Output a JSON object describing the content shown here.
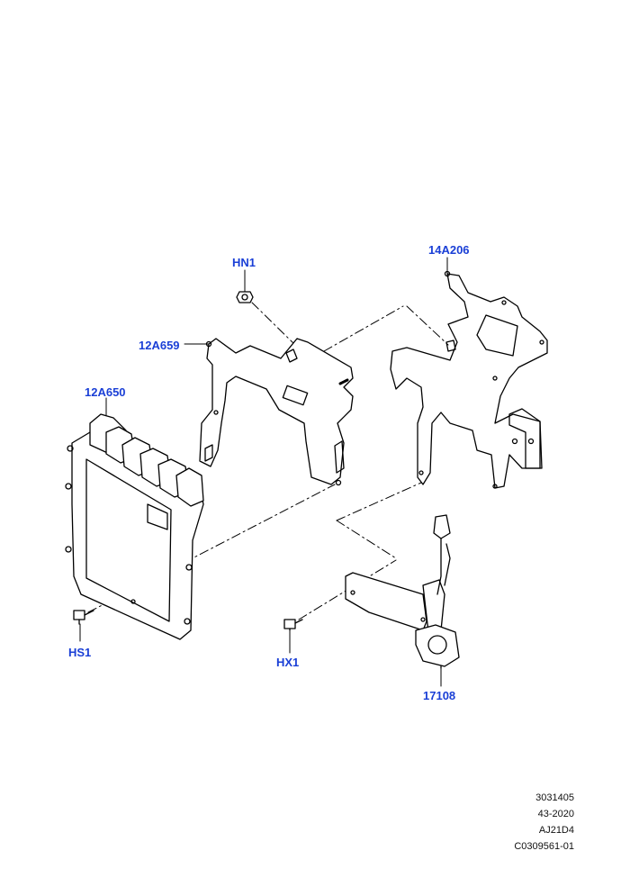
{
  "callouts": {
    "hn1": "HN1",
    "bracket_12a659": "12A659",
    "bracket_14a206": "14A206",
    "ecm_12a650": "12A650",
    "hs1": "HS1",
    "hx1": "HX1",
    "sensor_17108": "17108"
  },
  "footer": {
    "code1": "3031405",
    "code2": "43-2020",
    "code3": "AJ21D4",
    "code4": "C0309561-01"
  },
  "colors": {
    "callout": "#1a3fd6",
    "line": "#000000"
  }
}
